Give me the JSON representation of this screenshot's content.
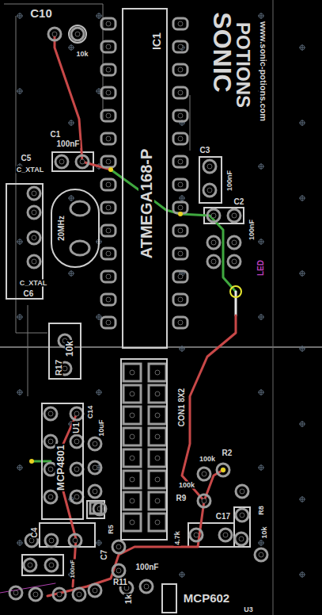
{
  "diagram": {
    "nodes": [
      {
        "text": [
          "ATMEGA168-P",
          "IC1"
        ]
      },
      {
        "text": [
          "20MHz"
        ]
      },
      {
        "text": [
          "MCP4801",
          "U1"
        ]
      },
      {
        "text": [
          "CON1 8X2"
        ]
      },
      {
        "text": [
          "MCP602",
          "U3"
        ]
      }
    ],
    "labels": [
      "C10",
      "10k",
      "SONIC",
      "POTIONS",
      "www.sonic-potions.com",
      "C1",
      "100nF",
      "C5",
      "C_XTAL",
      "C_XTAL",
      "C6",
      "C3",
      "100nF",
      "C2",
      "100nF",
      "LED",
      "R17",
      "10k",
      "C14",
      "10uF",
      "100k",
      "R2",
      "100k",
      "R9",
      "C17",
      "R8",
      "10k",
      "C4",
      "R5",
      "4.7k",
      "C7",
      "100nF",
      "100nF",
      "R11",
      "1k"
    ]
  }
}
